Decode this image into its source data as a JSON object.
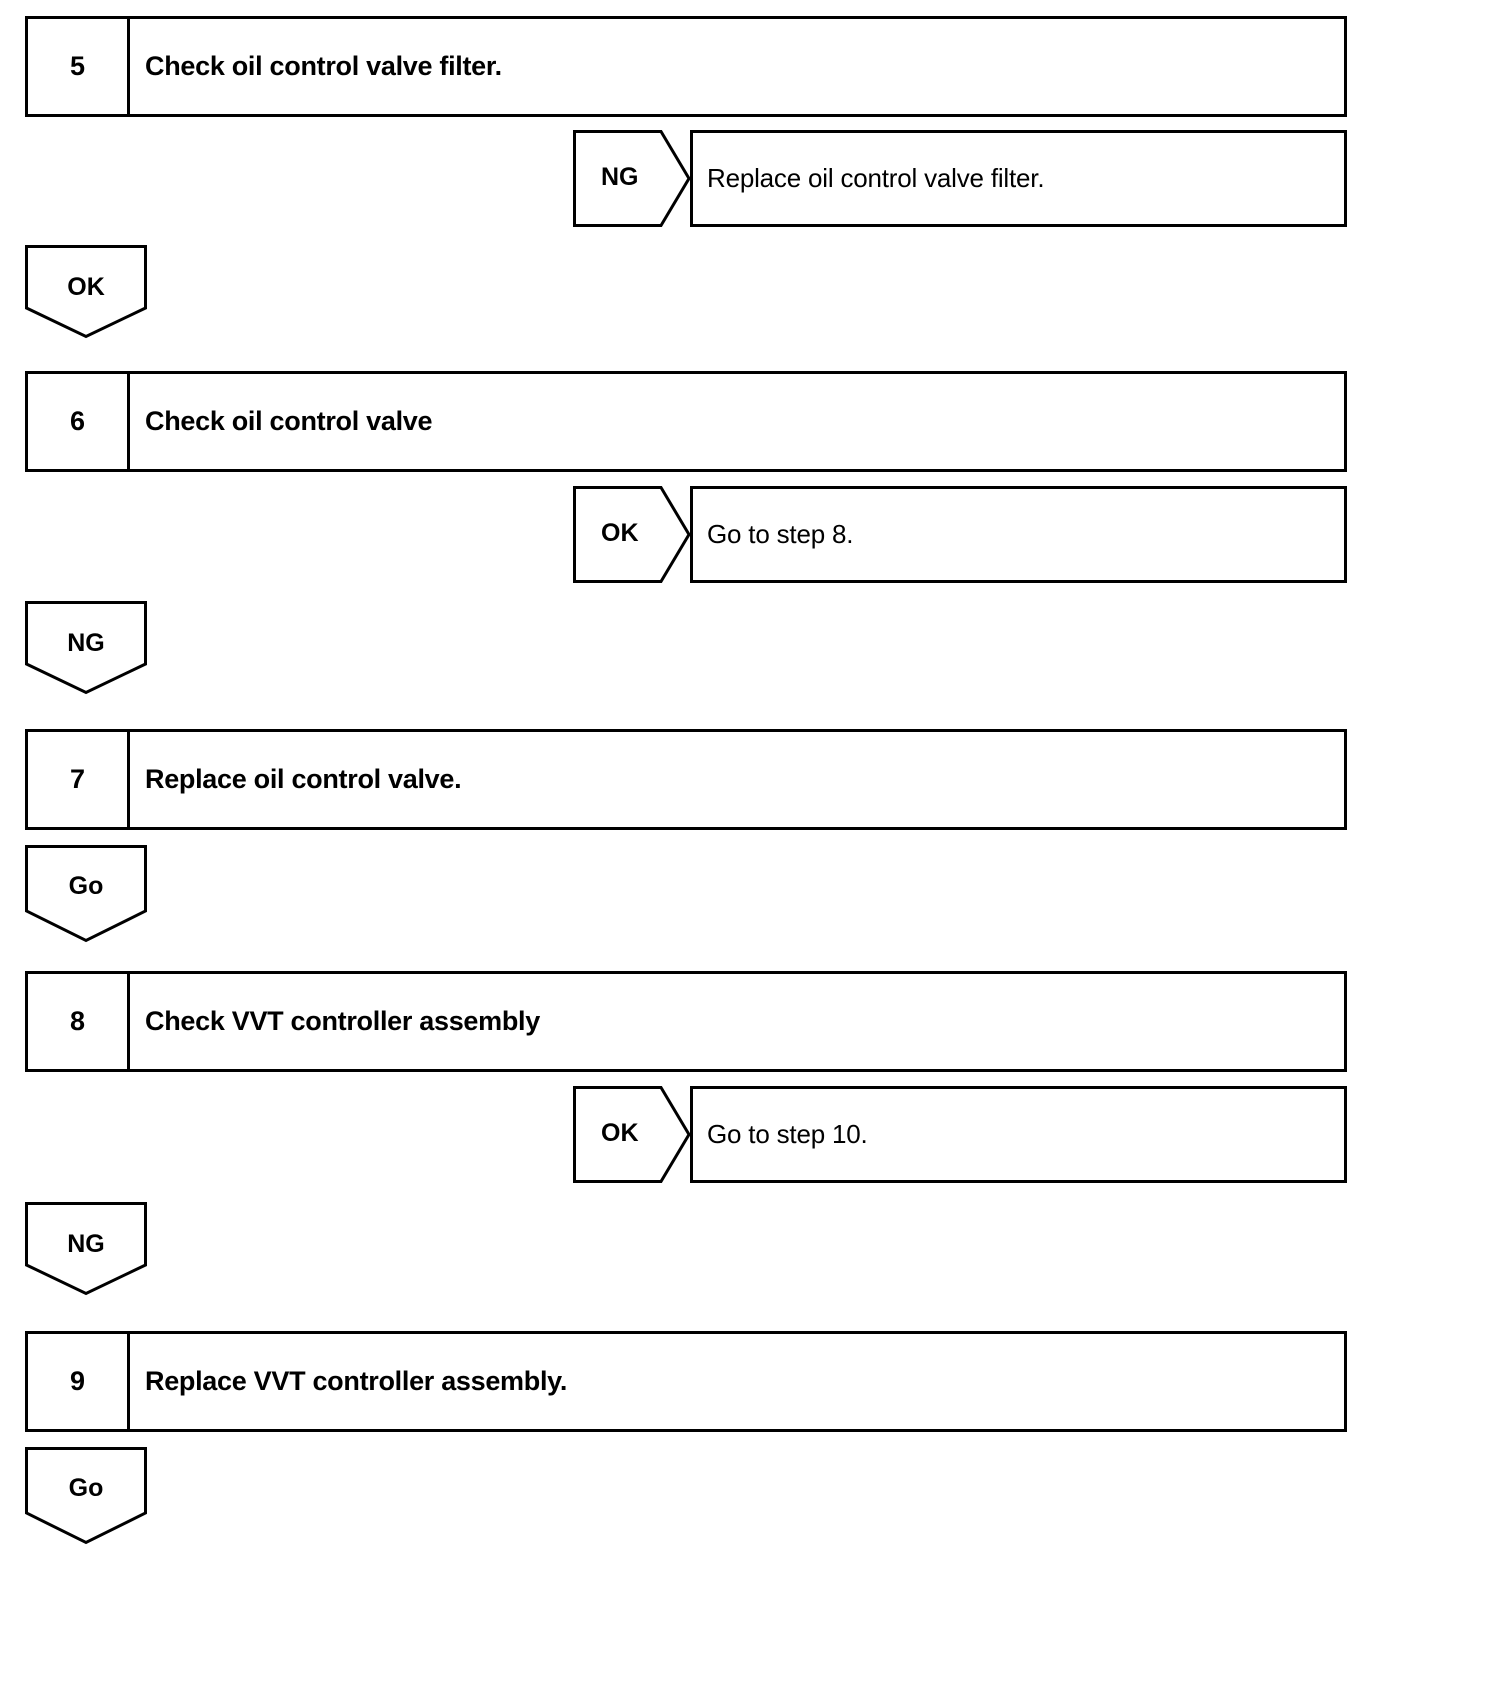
{
  "document": {
    "type": "troubleshooting-flowchart",
    "colors": {
      "line": "#000000",
      "background": "#ffffff",
      "text": "#000000"
    }
  },
  "steps": [
    {
      "number": "5",
      "text": "Check oil control valve filter."
    },
    {
      "number": "6",
      "text": "Check oil control valve"
    },
    {
      "number": "7",
      "text": "Replace oil control valve."
    },
    {
      "number": "8",
      "text": "Check VVT controller assembly"
    },
    {
      "number": "9",
      "text": "Replace VVT controller assembly."
    }
  ],
  "branches": [
    {
      "label": "NG",
      "result": "Replace oil control valve filter."
    },
    {
      "label": "OK",
      "result": "Go to step 8."
    },
    {
      "label": "OK",
      "result": "Go to step 10."
    }
  ],
  "connectors": [
    {
      "label": "OK"
    },
    {
      "label": "NG"
    },
    {
      "label": "Go"
    },
    {
      "label": "NG"
    },
    {
      "label": "Go"
    }
  ]
}
